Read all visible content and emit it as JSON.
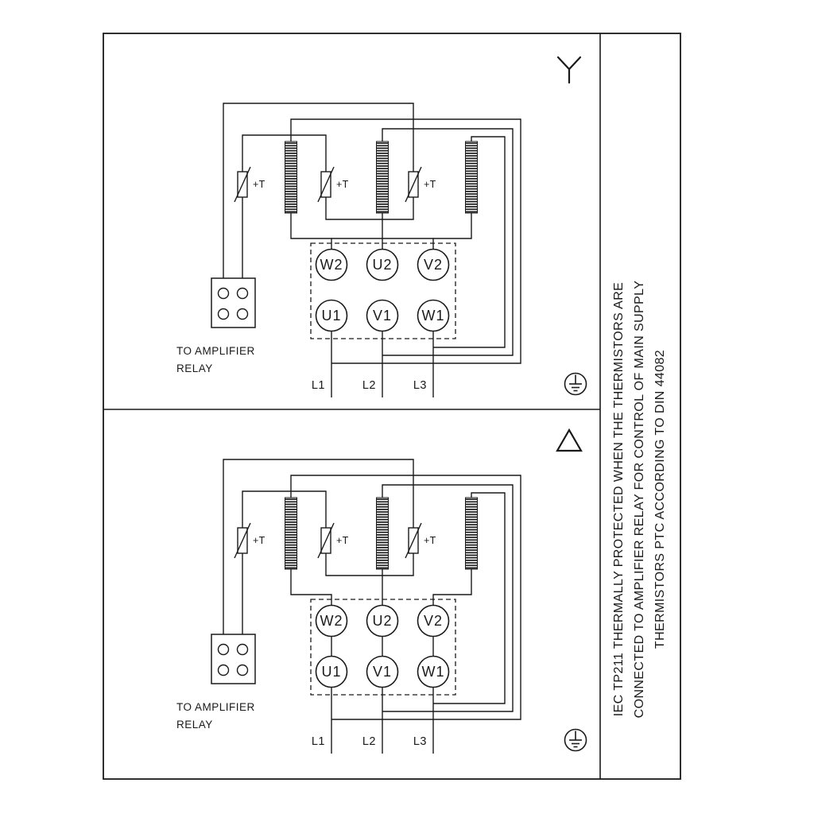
{
  "page": {
    "background": "#ffffff",
    "line_color": "#1a1a1a"
  },
  "terminals": {
    "w2": "W2",
    "u2": "U2",
    "v2": "V2",
    "u1": "U1",
    "v1": "V1",
    "w1": "W1"
  },
  "supply": {
    "l1": "L1",
    "l2": "L2",
    "l3": "L3"
  },
  "thermistor": {
    "label": "+T"
  },
  "relay": {
    "caption_line1": "TO AMPLIFIER",
    "caption_line2": "RELAY"
  },
  "note": {
    "line1": "IEC TP211 THERMALLY PROTECTED WHEN THE THERMISTORS ARE",
    "line2": "CONNECTED TO AMPLIFIER RELAY FOR CONTROL OF MAIN SUPPLY",
    "line3": "THERMISTORS PTC ACCORDING TO DIN 44082"
  },
  "icons": {
    "star": "star-connection-icon",
    "delta": "delta-connection-icon",
    "ground": "protective-earth-icon"
  }
}
